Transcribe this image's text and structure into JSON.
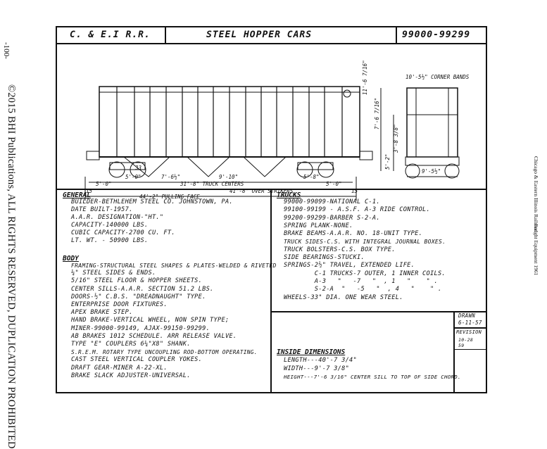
{
  "side_left": {
    "page_number": "-100-",
    "copyright": "©2015 BHI Publications, ALL RIGHTS RESERVED, DUPLICATION PROHIBITED"
  },
  "side_right": {
    "book": "Chicago & Eastern Illinois Railroad",
    "section": "Freight Equipment 1961"
  },
  "title_bar": {
    "railroad": "C. & E.I R.R.",
    "car_type": "STEEL HOPPER CARS",
    "numbers": "99000-99299"
  },
  "drawing_dims": {
    "d1": "5'-0\"",
    "d2": "7'-6½\"",
    "d3": "9'-10\"",
    "d4": "5'-8\"",
    "d5": "5'-0\"",
    "d6": "5'-0\"",
    "truck_centers": "31'-8\" TRUCK CENTERS",
    "over_strikers": "41'-8\" OVER STRIKERS",
    "pulling_face": "44'-2\" PULLING FACE",
    "end_15a": "15",
    "end_15b": "15",
    "height_total": "11'-6 7/16\"",
    "height_side": "7'-6 7/16\"",
    "height_low": "5'-2\"",
    "height_sill": "3'-8 3/8\"",
    "corner_bands": "10'-5½\" CORNER BANDS",
    "end_width": "9'-5½\"",
    "wheel_label": "33"
  },
  "general": {
    "heading": "GENERAL",
    "lines": [
      "BUILDER-BETHLEHEM STEEL CO. JOHNSTOWN, PA.",
      "DATE BUILT-1957.",
      "A.A.R. DESIGNATION-\"HT.\"",
      "CAPACITY-140000 LBS.",
      "CUBIC CAPACITY-2700 CU. FT.",
      "LT. WT. - 50900 LBS."
    ]
  },
  "body": {
    "heading": "BODY",
    "lines": [
      "FRAMING-STRUCTURAL STEEL SHAPES & PLATES-WELDED & RIVETED",
      "¼\" STEEL SIDES & ENDS.",
      "5/16\" STEEL FLOOR & HOPPER SHEETS.",
      "CENTER SILLS-A.A.R. SECTION 51.2 LBS.",
      "DOORS-½\" C.B.S. \"DREADNAUGHT\" TYPE.",
      "ENTERPRISE DOOR FIXTURES.",
      "APEX BRAKE STEP.",
      "HAND BRAKE-VERTICAL WHEEL, NON SPIN TYPE;",
      "          MINER-99000-99149, AJAX-99150-99299.",
      "AB BRAKES 1012 SCHEDULE. ARR RELEASE VALVE.",
      "TYPE \"E\" COUPLERS 6¼\"X8\" SHANK.",
      "S.R.E.M. ROTARY TYPE UNCOUPLING ROD-BOTTOM OPERATING.",
      "CAST STEEL VERTICAL COUPLER YOKES.",
      "DRAFT GEAR-MINER A-22-XL.",
      "BRAKE SLACK ADJUSTER-UNIVERSAL."
    ]
  },
  "trucks": {
    "heading": "TRUCKS",
    "lines": [
      "99000-99099-NATIONAL C-1.",
      "99100-99199 - A.S.F. A-3 RIDE CONTROL.",
      "99200-99299-BARBER S-2-A.",
      "SPRING PLANK-NONE.",
      "BRAKE BEAMS-A.A.R. NO. 18-UNIT TYPE.",
      "TRUCK SIDES-C.S. WITH INTEGRAL JOURNAL BOXES.",
      "TRUCK BOLSTERS-C.S. BOX TYPE.",
      "SIDE BEARINGS-STUCKI.",
      "SPRINGS-2½\" TRAVEL, EXTENDED LIFE.",
      "        C-1 TRUCKS-7 OUTER, 1 INNER COILS.",
      "        A-3   \"   -7   \"  , 1   \"    \" .",
      "        S-2-A  \"   -5   \"  , 4   \"    \" .",
      "WHEELS-33\" DIA. ONE WEAR STEEL."
    ]
  },
  "inside_dimensions": {
    "heading": "INSIDE DIMENSIONS",
    "lines": [
      "LENGTH---40'-7 3/4\"",
      "WIDTH---9'-7 3/8\"",
      "HEIGHT---7'-6 3/16\" CENTER SILL TO TOP OF SIDE CHORD."
    ]
  },
  "drawn_box": {
    "drawn_label": "DRAWN",
    "drawn_date": "6-11-57",
    "revision_label": "REVISION",
    "revision_date_1": "10-28",
    "revision_date_2": "59"
  }
}
